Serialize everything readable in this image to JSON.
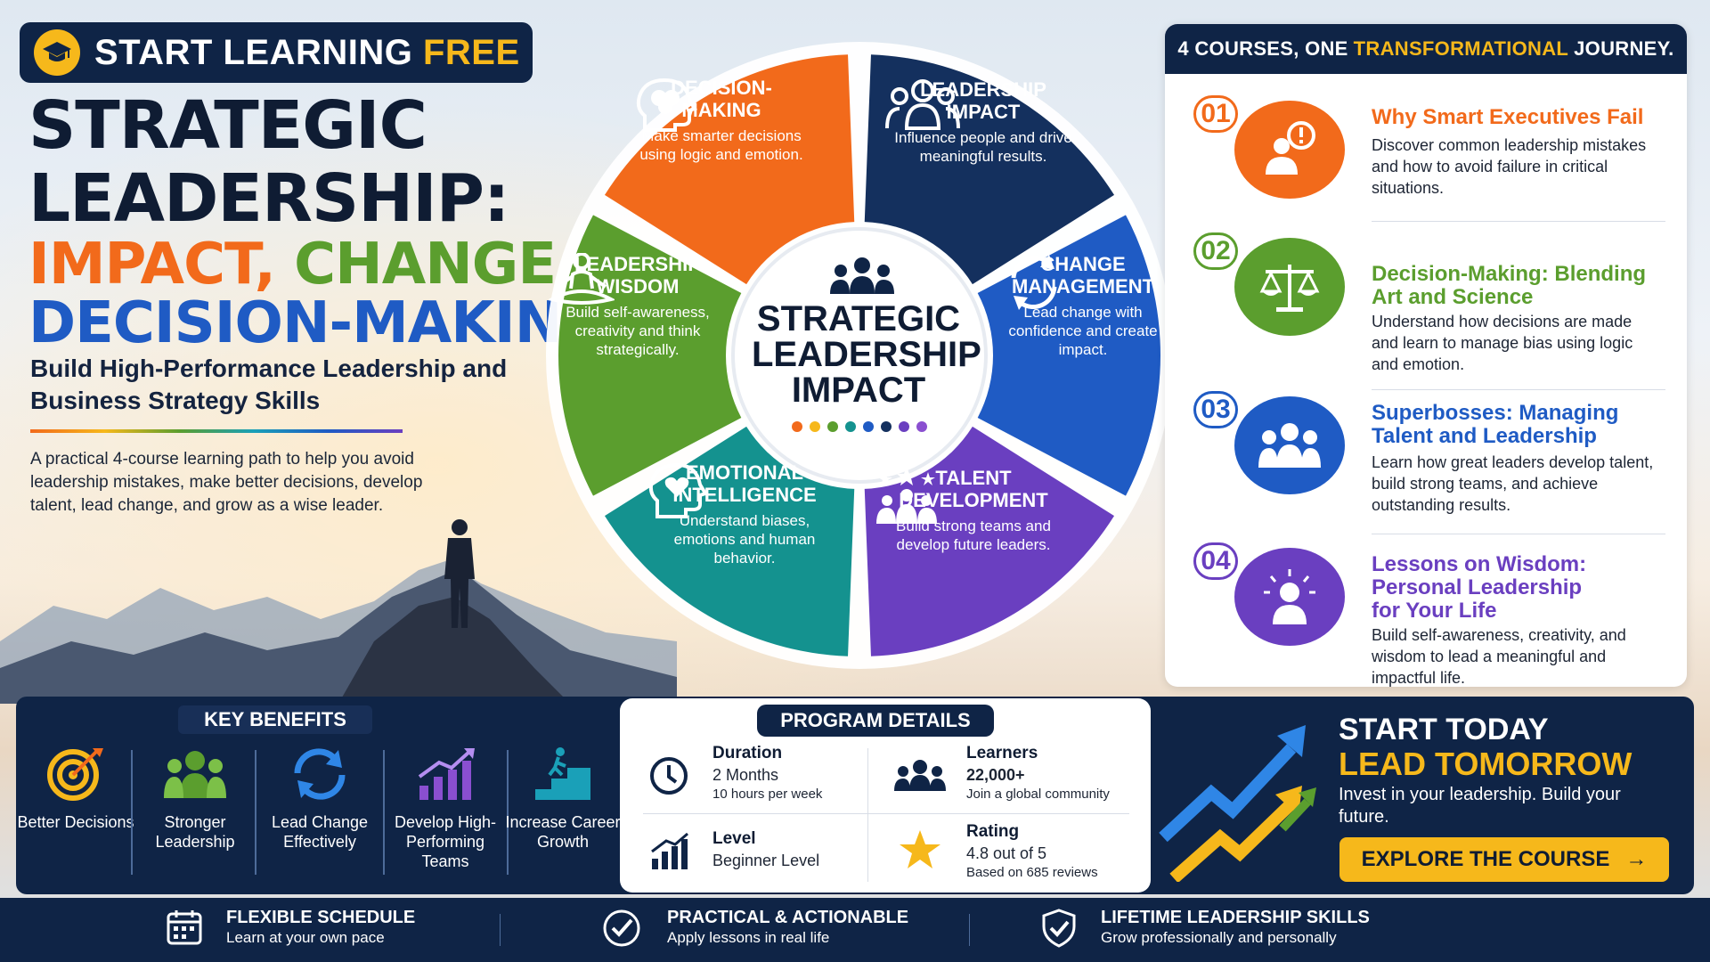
{
  "colors": {
    "navy": "#0f2446",
    "gold": "#f6b81b",
    "orange": "#f26a1b",
    "green": "#5b9e2e",
    "blue": "#1f5bc4",
    "teal": "#14928f",
    "purple": "#6a3fc0",
    "dark_navy_segment": "#14305e"
  },
  "header": {
    "badge_icon": "graduation-cap-icon",
    "badge_text_main": "START LEARNING",
    "badge_text_highlight": "FREE",
    "title_line1": "STRATEGIC",
    "title_line2": "LEADERSHIP:",
    "title_impact": "IMPACT,",
    "title_change": "CHANGE",
    "title_amp": "&",
    "title_decision": "DECISION-MAKING",
    "subtitle": "Build High-Performance Leadership and Business Strategy Skills",
    "description": "A practical 4-course learning path to help you avoid leadership mistakes, make better decisions, develop talent, lead change, and grow as a wise leader."
  },
  "wheel": {
    "center_title": "STRATEGIC LEADERSHIP IMPACT",
    "center_icon": "team-icon",
    "segments": [
      {
        "title": "DECISION-MAKING",
        "desc": "Make smarter decisions using logic and emotion.",
        "icon": "brain-head-icon"
      },
      {
        "title": "LEADERSHIP IMPACT",
        "desc": "Influence people and drive meaningful results.",
        "icon": "group-icon"
      },
      {
        "title": "CHANGE MANAGEMENT",
        "desc": "Lead change with confidence and create impact.",
        "icon": "cycle-arrows-icon"
      },
      {
        "title": "TALENT DEVELOPMENT",
        "desc": "Build strong teams and develop future leaders.",
        "icon": "star-team-icon"
      },
      {
        "title": "EMOTIONAL INTELLIGENCE",
        "desc": "Understand biases, emotions and human behavior.",
        "icon": "heart-head-icon"
      },
      {
        "title": "LEADERSHIP WISDOM",
        "desc": "Build self-awareness, creativity and think strategically.",
        "icon": "meditation-icon"
      }
    ]
  },
  "courses": {
    "heading_pre": "4 COURSES, ONE",
    "heading_highlight": "TRANSFORMATIONAL",
    "heading_post": "JOURNEY.",
    "items": [
      {
        "num": "01",
        "title": "Why Smart Executives Fail",
        "desc": "Discover common leadership mistakes and how to avoid failure in critical situations.",
        "icon": "warning-person-icon"
      },
      {
        "num": "02",
        "title": "Decision-Making: Blending Art and Science",
        "desc": "Understand how decisions are made and learn to manage bias using logic and emotion.",
        "icon": "balance-scale-icon"
      },
      {
        "num": "03",
        "title": "Superbosses: Managing Talent and Leadership",
        "desc": "Learn how great leaders develop talent, build strong teams, and achieve outstanding results.",
        "icon": "team-icon"
      },
      {
        "num": "04",
        "title": "Lessons on Wisdom: Personal Leadership for Your Life",
        "desc": "Build self-awareness, creativity, and wisdom to lead a meaningful and impactful life.",
        "icon": "enlightened-person-icon"
      }
    ]
  },
  "benefits": {
    "label": "KEY BENEFITS",
    "items": [
      {
        "label": "Better Decisions",
        "icon": "target-icon"
      },
      {
        "label": "Stronger Leadership",
        "icon": "group-icon"
      },
      {
        "label": "Lead Change Effectively",
        "icon": "refresh-icon"
      },
      {
        "label": "Develop High-Performing Teams",
        "icon": "growth-bars-icon"
      },
      {
        "label": "Increase Career Growth",
        "icon": "stairs-climb-icon"
      }
    ]
  },
  "program": {
    "label": "PROGRAM DETAILS",
    "duration_label": "Duration",
    "duration_value": "2 Months",
    "duration_note": "10 hours per week",
    "learners_label": "Learners",
    "learners_value": "22,000+",
    "learners_note": "Join a global community",
    "level_label": "Level",
    "level_value": "Beginner Level",
    "rating_label": "Rating",
    "rating_value": "4.8 out of 5",
    "rating_note": "Based on 685 reviews"
  },
  "cta": {
    "line1": "START TODAY",
    "line2": "LEAD TOMORROW",
    "desc": "Invest in your leadership. Build your future.",
    "button_label": "EXPLORE THE COURSE",
    "button_arrow": "→"
  },
  "footer": [
    {
      "title": "FLEXIBLE SCHEDULE",
      "desc": "Learn at your own pace",
      "icon": "calendar-icon"
    },
    {
      "title": "PRACTICAL & ACTIONABLE",
      "desc": "Apply lessons in real life",
      "icon": "check-circle-icon"
    },
    {
      "title": "LIFETIME LEADERSHIP SKILLS",
      "desc": "Grow professionally and personally",
      "icon": "shield-check-icon"
    }
  ]
}
